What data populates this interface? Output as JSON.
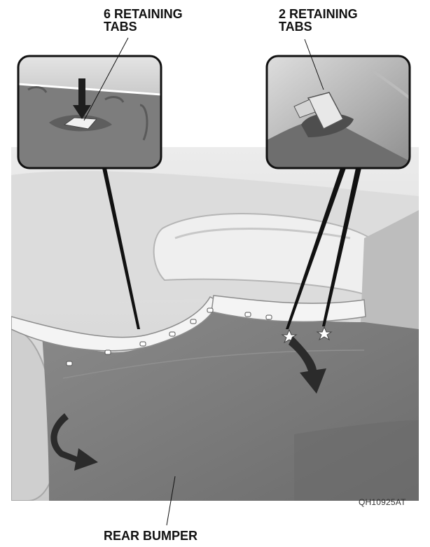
{
  "callouts": {
    "six_tabs": "6 RETAINING\nTABS",
    "two_tabs": "2 RETAINING\nTABS",
    "bumper": "REAR BUMPER"
  },
  "figure_code": "QH10925AT",
  "colors": {
    "bumper_fill": "#7b7b7b",
    "body_fill": "#d6d6d6",
    "trim_fill": "#f2f2f2",
    "arrow_fill": "#2b2b2b",
    "leader_line": "#111111"
  }
}
